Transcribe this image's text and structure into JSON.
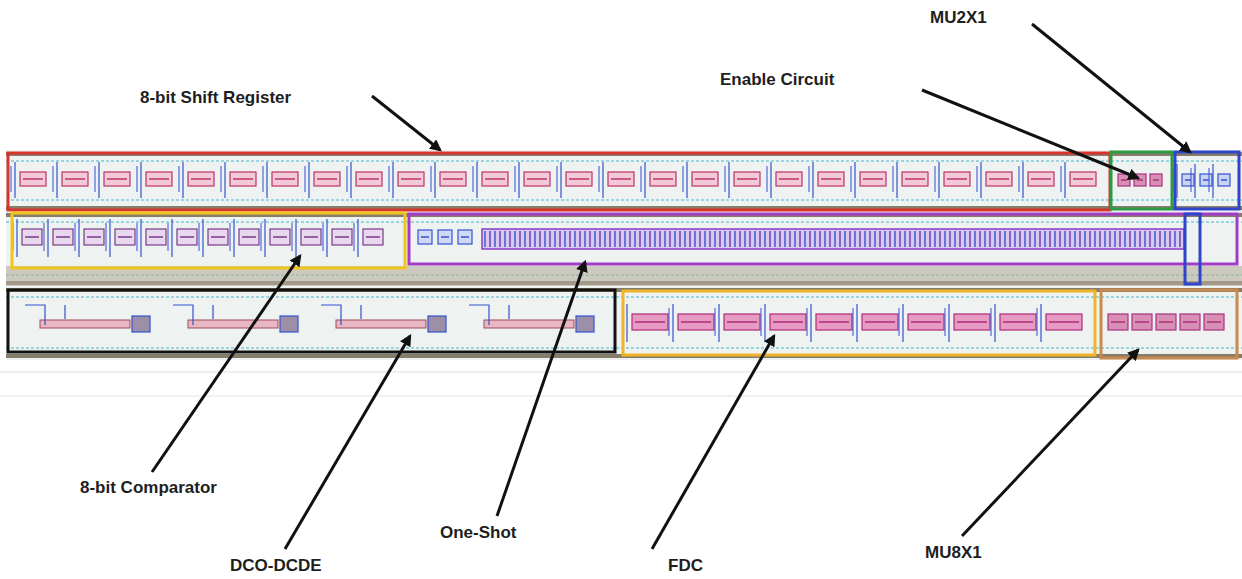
{
  "diagram": {
    "labels": [
      "MU2X1",
      "Enable Circuit",
      "8-bit Shift Register",
      "8-bit Comparator",
      "One-Shot",
      "MU8X1",
      "DCO-DCDE",
      "FDC"
    ]
  }
}
